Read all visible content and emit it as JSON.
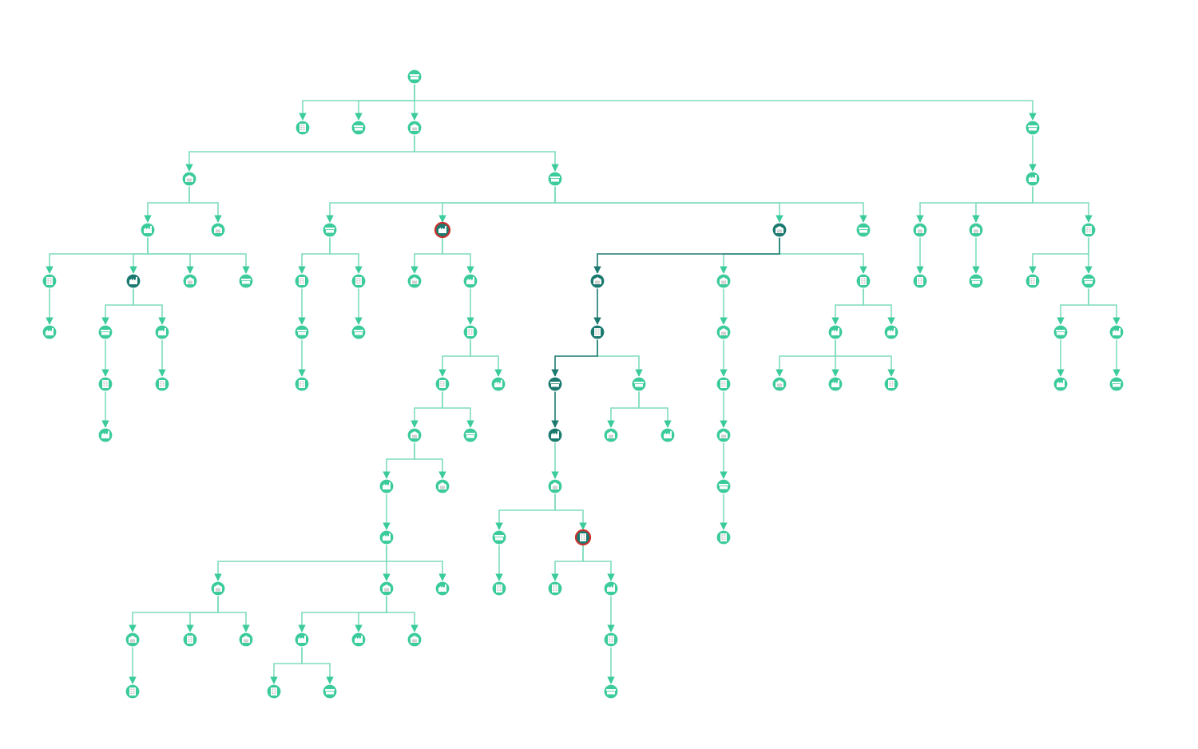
{
  "colors": {
    "node": "#3ccb9c",
    "node_highlight": "#1b7a70",
    "edge": "#7fdcbe",
    "edge_highlight": "#1b7a70",
    "marked_ring": "#c9302c"
  },
  "icon_types": [
    "factory-icon",
    "warehouse-icon",
    "office-building-icon",
    "store-counter-icon"
  ],
  "highlighted_path": [
    "n13",
    "n22",
    "n23",
    "n32",
    "n36",
    "n38",
    "n39",
    "n49"
  ],
  "marked_nodes": [
    "n22",
    "n49"
  ],
  "nodes": [
    {
      "id": "n1",
      "icon": "store-counter-icon",
      "parent": null
    },
    {
      "id": "n2",
      "icon": "office-building-icon",
      "parent": "n1"
    },
    {
      "id": "n3",
      "icon": "store-counter-icon",
      "parent": "n1"
    },
    {
      "id": "n4",
      "icon": "warehouse-icon",
      "parent": "n1"
    },
    {
      "id": "n5",
      "icon": "store-counter-icon",
      "parent": "n1"
    },
    {
      "id": "n6",
      "icon": "warehouse-icon",
      "parent": "n4"
    },
    {
      "id": "n7",
      "icon": "store-counter-icon",
      "parent": "n4"
    },
    {
      "id": "n8",
      "icon": "factory-icon",
      "parent": "n5"
    },
    {
      "id": "n9",
      "icon": "factory-icon",
      "parent": "n6"
    },
    {
      "id": "n10",
      "icon": "warehouse-icon",
      "parent": "n6"
    },
    {
      "id": "n11",
      "icon": "office-building-icon",
      "parent": "n9"
    },
    {
      "id": "n12",
      "icon": "factory-icon",
      "parent": "n11"
    },
    {
      "id": "n13",
      "icon": "factory-icon",
      "parent": "n9"
    },
    {
      "id": "n14",
      "icon": "store-counter-icon",
      "parent": "n13"
    },
    {
      "id": "n15",
      "icon": "office-building-icon",
      "parent": "n14"
    },
    {
      "id": "n16",
      "icon": "factory-icon",
      "parent": "n15"
    },
    {
      "id": "n17",
      "icon": "factory-icon",
      "parent": "n13"
    },
    {
      "id": "n18",
      "icon": "office-building-icon",
      "parent": "n17"
    },
    {
      "id": "n19",
      "icon": "warehouse-icon",
      "parent": "n9"
    },
    {
      "id": "n20",
      "icon": "store-counter-icon",
      "parent": "n9"
    },
    {
      "id": "n21",
      "icon": "store-counter-icon",
      "parent": "n7"
    },
    {
      "id": "n22",
      "icon": "factory-icon",
      "parent": "n7"
    },
    {
      "id": "n23",
      "icon": "warehouse-icon",
      "parent": "n7"
    },
    {
      "id": "n24",
      "icon": "store-counter-icon",
      "parent": "n7"
    },
    {
      "id": "n25",
      "icon": "office-building-icon",
      "parent": "n21"
    },
    {
      "id": "n26",
      "icon": "store-counter-icon",
      "parent": "n25"
    },
    {
      "id": "n27",
      "icon": "office-building-icon",
      "parent": "n26"
    },
    {
      "id": "n28",
      "icon": "office-building-icon",
      "parent": "n21"
    },
    {
      "id": "n29",
      "icon": "store-counter-icon",
      "parent": "n28"
    },
    {
      "id": "n30",
      "icon": "warehouse-icon",
      "parent": "n22"
    },
    {
      "id": "n31",
      "icon": "factory-icon",
      "parent": "n22"
    },
    {
      "id": "n32",
      "icon": "warehouse-icon",
      "parent": "n23"
    },
    {
      "id": "n33",
      "icon": "warehouse-icon",
      "parent": "n23"
    },
    {
      "id": "n34",
      "icon": "office-building-icon",
      "parent": "n23"
    },
    {
      "id": "n35",
      "icon": "office-building-icon",
      "parent": "n31"
    },
    {
      "id": "n36",
      "icon": "office-building-icon",
      "parent": "n32"
    },
    {
      "id": "n37",
      "icon": "warehouse-icon",
      "parent": "n33"
    },
    {
      "id": "n38",
      "icon": "store-counter-icon",
      "parent": "n36"
    },
    {
      "id": "n39",
      "icon": "factory-icon",
      "parent": "n38"
    },
    {
      "id": "n40",
      "icon": "warehouse-icon",
      "parent": "n39"
    },
    {
      "id": "n41",
      "icon": "store-counter-icon",
      "parent": "n36"
    },
    {
      "id": "n42",
      "icon": "warehouse-icon",
      "parent": "n41"
    },
    {
      "id": "n43",
      "icon": "factory-icon",
      "parent": "n41"
    },
    {
      "id": "n44",
      "icon": "office-building-icon",
      "parent": "n35"
    },
    {
      "id": "n45",
      "icon": "warehouse-icon",
      "parent": "n44"
    },
    {
      "id": "n46",
      "icon": "factory-icon",
      "parent": "n45"
    },
    {
      "id": "n47",
      "icon": "factory-icon",
      "parent": "n46"
    },
    {
      "id": "n48",
      "icon": "store-counter-icon",
      "parent": "n40"
    },
    {
      "id": "n49",
      "icon": "office-building-icon",
      "parent": "n40"
    },
    {
      "id": "n50",
      "icon": "office-building-icon",
      "parent": "n48"
    },
    {
      "id": "n51",
      "icon": "office-building-icon",
      "parent": "n49"
    },
    {
      "id": "n52",
      "icon": "factory-icon",
      "parent": "n49"
    },
    {
      "id": "n53",
      "icon": "office-building-icon",
      "parent": "n52"
    },
    {
      "id": "n54",
      "icon": "store-counter-icon",
      "parent": "n53"
    },
    {
      "id": "n55",
      "icon": "office-building-icon",
      "parent": "n37"
    },
    {
      "id": "n56",
      "icon": "warehouse-icon",
      "parent": "n55"
    },
    {
      "id": "n57",
      "icon": "store-counter-icon",
      "parent": "n56"
    },
    {
      "id": "n58",
      "icon": "office-building-icon",
      "parent": "n57"
    },
    {
      "id": "n59",
      "icon": "factory-icon",
      "parent": "n34"
    },
    {
      "id": "n60",
      "icon": "factory-icon",
      "parent": "n34"
    },
    {
      "id": "n61",
      "icon": "warehouse-icon",
      "parent": "n59"
    },
    {
      "id": "n62",
      "icon": "factory-icon",
      "parent": "n59"
    },
    {
      "id": "n63",
      "icon": "office-building-icon",
      "parent": "n59"
    },
    {
      "id": "n64",
      "icon": "warehouse-icon",
      "parent": "n8"
    },
    {
      "id": "n65",
      "icon": "warehouse-icon",
      "parent": "n8"
    },
    {
      "id": "n66",
      "icon": "office-building-icon",
      "parent": "n8"
    },
    {
      "id": "n67",
      "icon": "office-building-icon",
      "parent": "n64"
    },
    {
      "id": "n68",
      "icon": "store-counter-icon",
      "parent": "n65"
    },
    {
      "id": "n69",
      "icon": "office-building-icon",
      "parent": "n66"
    },
    {
      "id": "n70",
      "icon": "store-counter-icon",
      "parent": "n66"
    },
    {
      "id": "n71",
      "icon": "store-counter-icon",
      "parent": "n70"
    },
    {
      "id": "n72",
      "icon": "factory-icon",
      "parent": "n70"
    },
    {
      "id": "n73",
      "icon": "factory-icon",
      "parent": "n71"
    },
    {
      "id": "n74",
      "icon": "store-counter-icon",
      "parent": "n72"
    },
    {
      "id": "n75",
      "icon": "warehouse-icon",
      "parent": "n47"
    },
    {
      "id": "n76",
      "icon": "warehouse-icon",
      "parent": "n47"
    },
    {
      "id": "n77",
      "icon": "factory-icon",
      "parent": "n47"
    },
    {
      "id": "n78",
      "icon": "warehouse-icon",
      "parent": "n75"
    },
    {
      "id": "n79",
      "icon": "office-building-icon",
      "parent": "n75"
    },
    {
      "id": "n80",
      "icon": "warehouse-icon",
      "parent": "n75"
    },
    {
      "id": "n81",
      "icon": "office-building-icon",
      "parent": "n78"
    },
    {
      "id": "n82",
      "icon": "factory-icon",
      "parent": "n76"
    },
    {
      "id": "n83",
      "icon": "factory-icon",
      "parent": "n76"
    },
    {
      "id": "n84",
      "icon": "warehouse-icon",
      "parent": "n76"
    },
    {
      "id": "n85",
      "icon": "office-building-icon",
      "parent": "n82"
    },
    {
      "id": "n86",
      "icon": "store-counter-icon",
      "parent": "n82"
    }
  ]
}
